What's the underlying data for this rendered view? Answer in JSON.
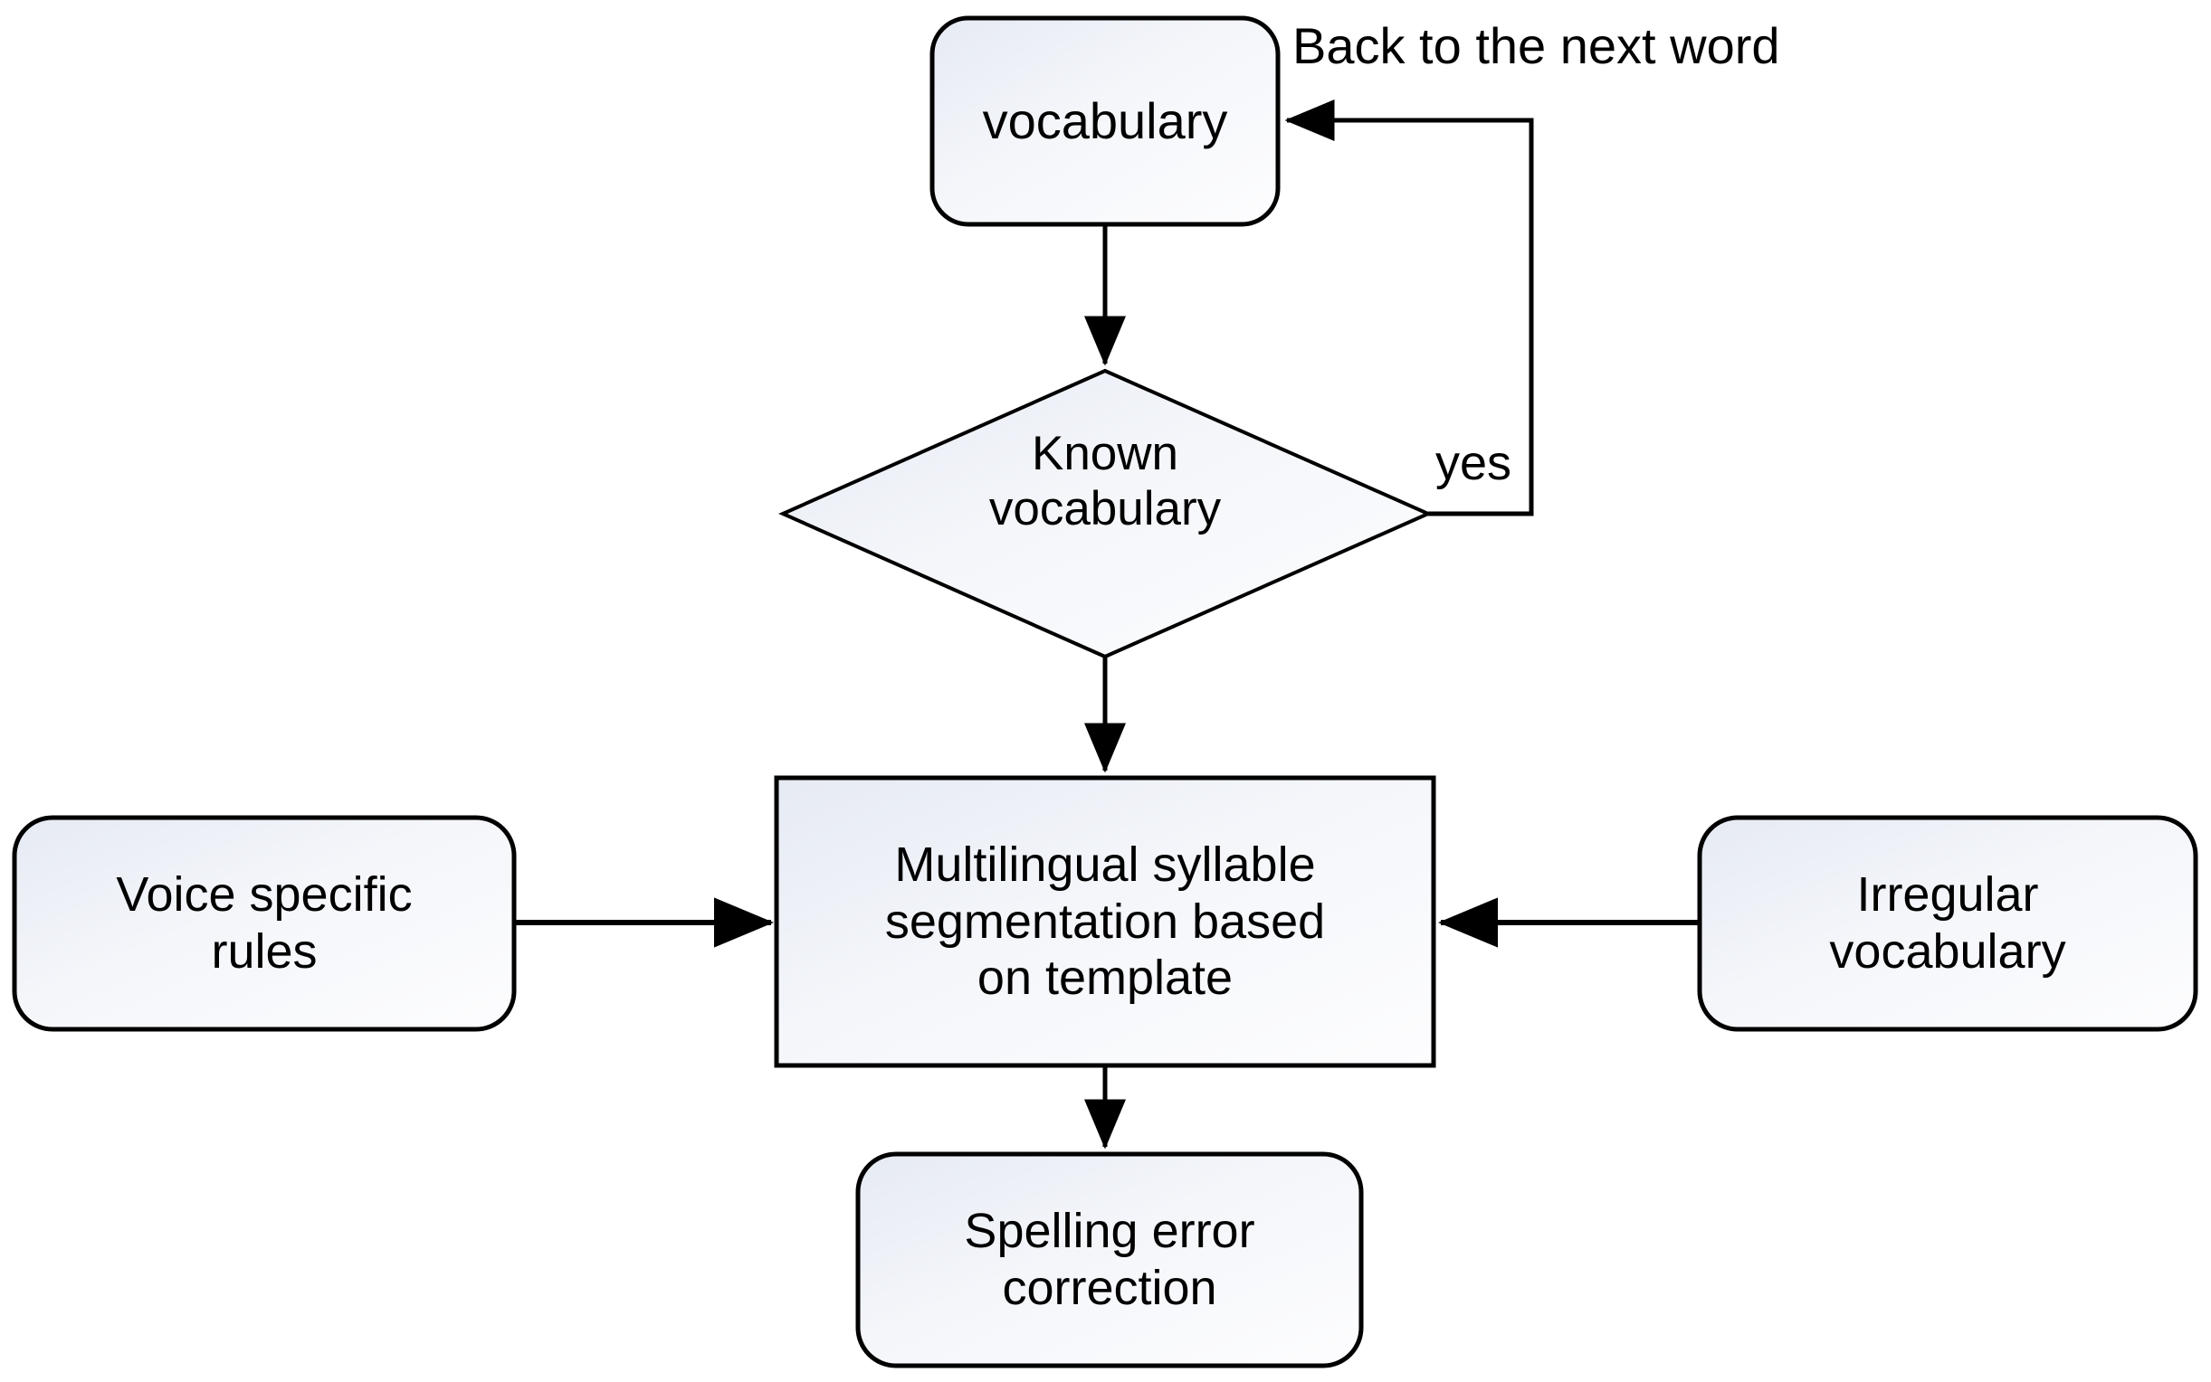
{
  "diagram": {
    "type": "flowchart",
    "title": "Multilingual syllable segmentation flowchart",
    "background_color": "#ffffff",
    "stroke_color": "#000000",
    "fill_gradient_start": "#e9ecf4",
    "fill_gradient_end": "#fdfdfe",
    "nodes": [
      {
        "id": "vocabulary",
        "label": "vocabulary",
        "shape": "rounded-rectangle"
      },
      {
        "id": "known-vocabulary",
        "label": "Known\nvocabulary",
        "shape": "diamond"
      },
      {
        "id": "voice-specific-rules",
        "label": "Voice specific\nrules",
        "shape": "rounded-rectangle"
      },
      {
        "id": "multilingual-syllable-segmentation",
        "label": "Multilingual syllable\nsegmentation based\non template",
        "shape": "rectangle"
      },
      {
        "id": "irregular-vocabulary",
        "label": "Irregular\nvocabulary",
        "shape": "rounded-rectangle"
      },
      {
        "id": "spelling-error-correction",
        "label": "Spelling error\ncorrection",
        "shape": "rounded-rectangle"
      }
    ],
    "edge_labels": {
      "feedback_loop": "Back to the next word",
      "decision_yes": "yes"
    }
  }
}
